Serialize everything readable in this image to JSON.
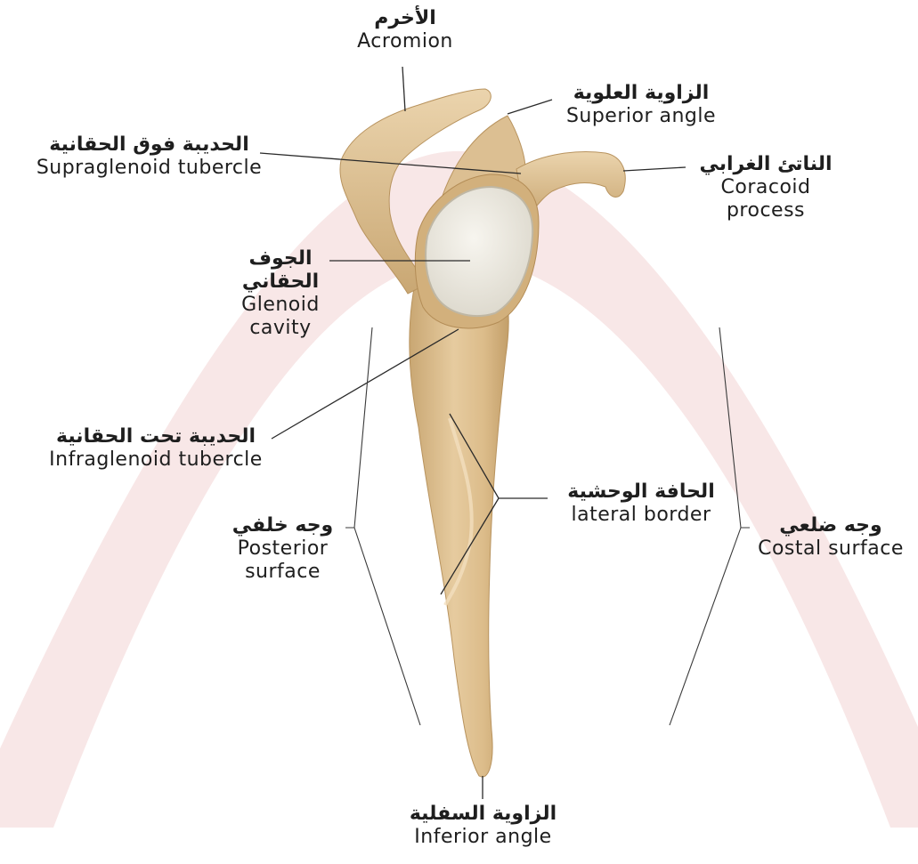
{
  "colors": {
    "background": "#ffffff",
    "watermark": "#f7e6e6",
    "bone": "#e3c69a",
    "bone_shadow": "#c9a773",
    "bone_highlight": "#f1dcb9",
    "glenoid": "#f0eee6",
    "text": "#1e1e1e",
    "line": "#2a2a2a"
  },
  "labels": {
    "acromion": {
      "ar": "الأخرم",
      "en": "Acromion"
    },
    "superior_angle": {
      "ar": "الزاوية العلوية",
      "en": "Superior angle"
    },
    "supraglenoid": {
      "ar": "الحديبة فوق الحقانية",
      "en": "Supraglenoid tubercle"
    },
    "coracoid": {
      "ar": "الناتئ الغرابي",
      "en_1": "Coracoid",
      "en_2": "process"
    },
    "glenoid": {
      "ar_1": "الجوف",
      "ar_2": "الحقاني",
      "en_1": "Glenoid",
      "en_2": "cavity"
    },
    "infraglenoid": {
      "ar": "الحديبة تحت الحقانية",
      "en": "Infraglenoid tubercle"
    },
    "lateral_border": {
      "ar": "الحافة الوحشية",
      "en": "lateral border"
    },
    "posterior_surface": {
      "ar": "وجه خلفي",
      "en_1": "Posterior",
      "en_2": "surface"
    },
    "costal_surface": {
      "ar": "وجه ضلعي",
      "en": "Costal surface"
    },
    "inferior_angle": {
      "ar": "الزاوية السفلية",
      "en": "Inferior angle"
    }
  }
}
